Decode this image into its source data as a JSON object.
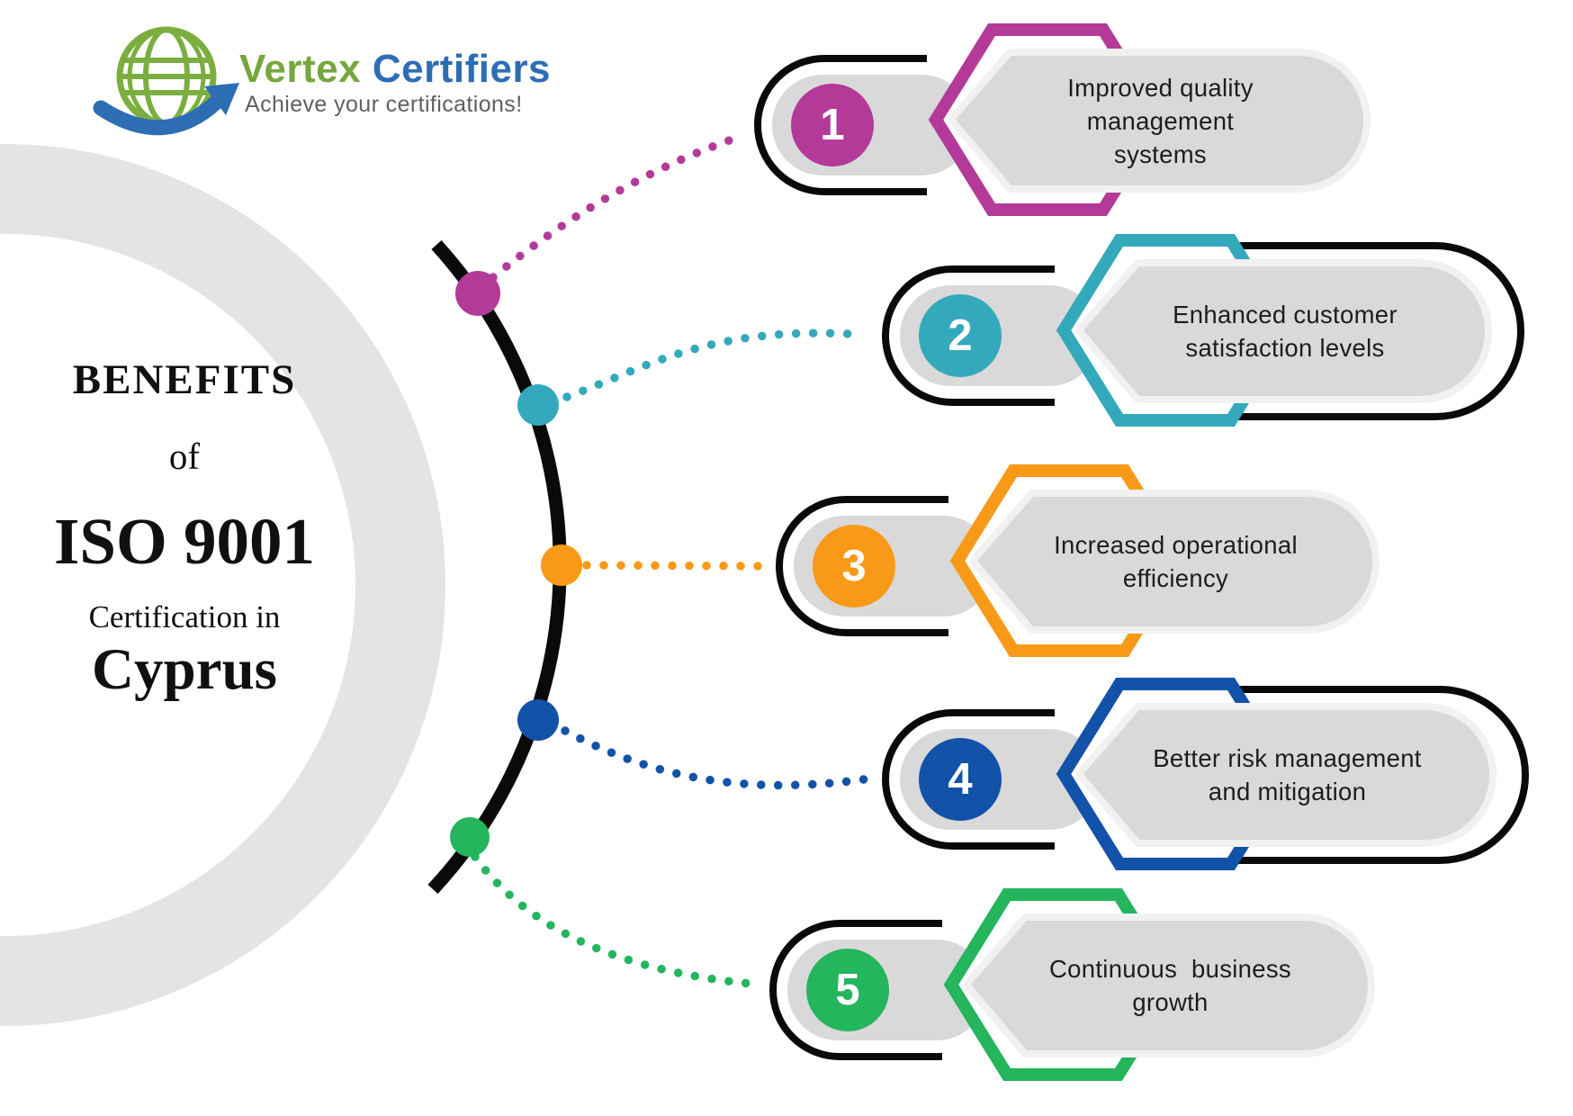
{
  "logo": {
    "brand_primary": "Vertex",
    "brand_secondary": "Certifiers",
    "tagline": "Achieve your certifications!",
    "globe_green": "#7cae3f",
    "arrow_blue": "#2d6db4"
  },
  "title": {
    "line1": "BENEFITS",
    "line2": "of",
    "line3": "ISO 9001",
    "line4": "Certification in",
    "line5": "Cyprus"
  },
  "items": [
    {
      "number": "1",
      "text": "Improved quality\nmanagement\nsystems",
      "color": "#b43a99"
    },
    {
      "number": "2",
      "text": "Enhanced customer\nsatisfaction levels",
      "color": "#35a9bc"
    },
    {
      "number": "3",
      "text": "Increased operational\nefficiency",
      "color": "#f89a18"
    },
    {
      "number": "4",
      "text": "Better risk management\nand mitigation",
      "color": "#1252a8"
    },
    {
      "number": "5",
      "text": "Continuous  business\ngrowth",
      "color": "#24b55d"
    }
  ],
  "colors": {
    "panel_gray": "#d9d9d9",
    "capsule_gray": "#d9d9d9",
    "halo": "#f1f1f1",
    "ring_gray": "#e4e4e4",
    "arc_black": "#0a0a0a",
    "text_dark": "#1d1d1d"
  }
}
